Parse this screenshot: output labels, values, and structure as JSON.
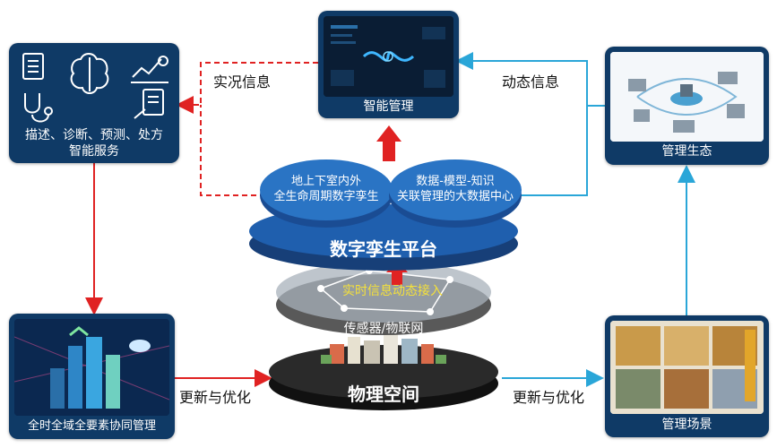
{
  "boxes": {
    "smart_management": "智能管理",
    "management_ecology": "管理生态",
    "smart_services_line1": "描述、诊断、预测、处方",
    "smart_services_line2": "智能服务",
    "collaborative_management": "全时全域全要素协同管理",
    "management_scene": "管理场景"
  },
  "arrows": {
    "live_info": "实况信息",
    "dynamic_info": "动态信息",
    "update_left": "更新与优化",
    "update_right": "更新与优化"
  },
  "platform": {
    "left_line1": "地上下室内外",
    "left_line2": "全生命周期数字孪生",
    "right_line1": "数据-模型-知识",
    "right_line2": "关联管理的大数据中心",
    "title": "数字孪生平台"
  },
  "sensor": {
    "realtime": "实时信息动态接入",
    "iot": "传感器/物联网"
  },
  "physical": {
    "title": "物理空间"
  },
  "colors": {
    "navy": "#0f3a66",
    "red_arrow": "#e02222",
    "blue_arrow": "#2aa6d8",
    "platform_blue": "#1f5fae"
  }
}
